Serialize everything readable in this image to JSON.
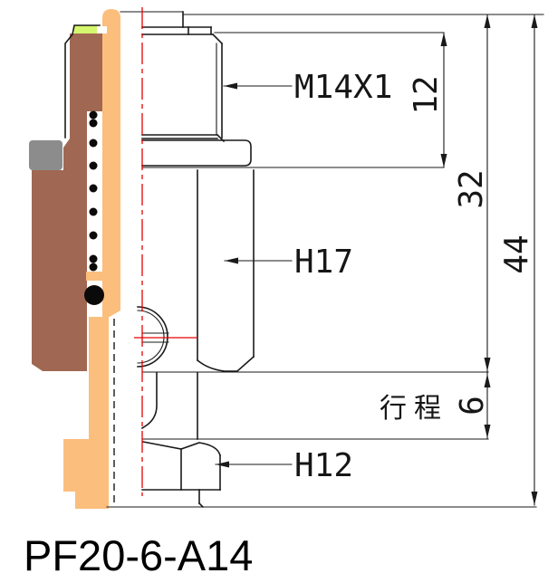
{
  "drawing": {
    "title": "PF20-6-A14",
    "labels": {
      "thread_spec": "M14X1",
      "hex_body": "H17",
      "hex_nut": "H12",
      "stroke_label": "行程"
    },
    "dimensions": {
      "thread_length": "12",
      "upper_length": "32",
      "total_length": "44",
      "stroke": "6"
    },
    "colors": {
      "coil_brown": "#A06852",
      "bobbin_orange": "#FBBE7D",
      "seal_green": "#D5F76D",
      "connector_gray": "#8C8C8C",
      "centerline_red": "#E60000",
      "line_black": "#1A1A1A"
    }
  }
}
